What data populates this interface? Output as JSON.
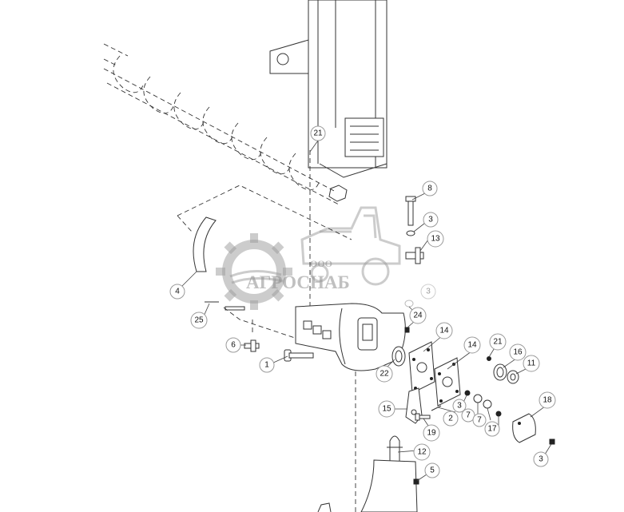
{
  "watermark": {
    "prefix": "ООО",
    "name": "АГРОСНАБ"
  },
  "callouts": [
    {
      "id": "c1",
      "label": "1"
    },
    {
      "id": "c2",
      "label": "2"
    },
    {
      "id": "c3a",
      "label": "3"
    },
    {
      "id": "c3b",
      "label": "3"
    },
    {
      "id": "c3c",
      "label": "3"
    },
    {
      "id": "c3d",
      "label": "3"
    },
    {
      "id": "c4",
      "label": "4"
    },
    {
      "id": "c5",
      "label": "5"
    },
    {
      "id": "c6",
      "label": "6"
    },
    {
      "id": "c7a",
      "label": "7"
    },
    {
      "id": "c7b",
      "label": "7"
    },
    {
      "id": "c8",
      "label": "8"
    },
    {
      "id": "c11",
      "label": "11"
    },
    {
      "id": "c12",
      "label": "12"
    },
    {
      "id": "c13",
      "label": "13"
    },
    {
      "id": "c14a",
      "label": "14"
    },
    {
      "id": "c14b",
      "label": "14"
    },
    {
      "id": "c15",
      "label": "15"
    },
    {
      "id": "c16",
      "label": "16"
    },
    {
      "id": "c17",
      "label": "17"
    },
    {
      "id": "c18",
      "label": "18"
    },
    {
      "id": "c19",
      "label": "19"
    },
    {
      "id": "c21a",
      "label": "21"
    },
    {
      "id": "c21b",
      "label": "21"
    },
    {
      "id": "c22",
      "label": "22"
    },
    {
      "id": "c24",
      "label": "24"
    },
    {
      "id": "c25",
      "label": "25"
    }
  ]
}
